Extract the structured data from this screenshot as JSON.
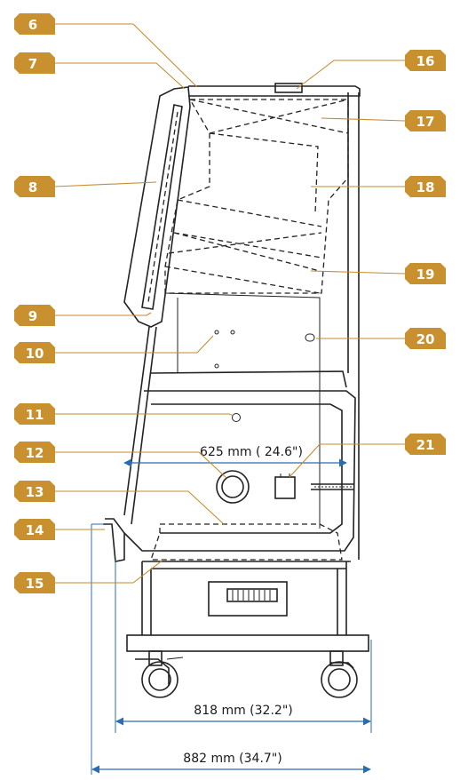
{
  "colors": {
    "callout_fill": "#c9902f",
    "dimension": "#2b6cb0",
    "drawing": "#222222"
  },
  "callouts": [
    {
      "label": "6"
    },
    {
      "label": "7"
    },
    {
      "label": "8"
    },
    {
      "label": "9"
    },
    {
      "label": "10"
    },
    {
      "label": "11"
    },
    {
      "label": "12"
    },
    {
      "label": "13"
    },
    {
      "label": "14"
    },
    {
      "label": "15"
    },
    {
      "label": "16"
    },
    {
      "label": "17"
    },
    {
      "label": "18"
    },
    {
      "label": "19"
    },
    {
      "label": "20"
    },
    {
      "label": "21"
    }
  ],
  "dimensions": {
    "inner_width": "625 mm ( 24.6\")",
    "depth_body": "818 mm (32.2\")",
    "depth_total": "882 mm (34.7\")"
  }
}
